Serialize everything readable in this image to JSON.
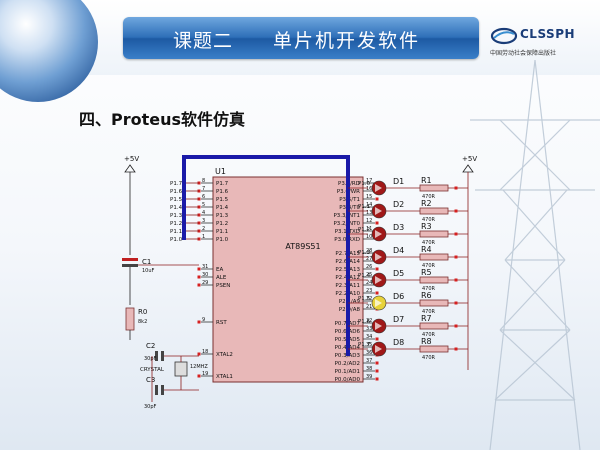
{
  "header": {
    "lesson": "课题二",
    "topic": "单片机开发软件",
    "logo_text": "CLSSPH",
    "logo_sub": "中国劳动社会保障出版社"
  },
  "section": {
    "heading": "四、Proteus软件仿真"
  },
  "schematic": {
    "vcc_labels": [
      "+5V",
      "+5V"
    ],
    "mcu": {
      "ref": "U1",
      "part": "AT89S51",
      "left_pins": [
        {
          "name": "P1.7",
          "num": "8"
        },
        {
          "name": "P1.6",
          "num": "7"
        },
        {
          "name": "P1.5",
          "num": "6"
        },
        {
          "name": "P1.4",
          "num": "5"
        },
        {
          "name": "P1.3",
          "num": "4"
        },
        {
          "name": "P1.2",
          "num": "3"
        },
        {
          "name": "P1.1",
          "num": "2"
        },
        {
          "name": "P1.0",
          "num": "1"
        }
      ],
      "left_ctrl": [
        {
          "name": "EA",
          "num": "31"
        },
        {
          "name": "ALE",
          "num": "30"
        },
        {
          "name": "PSEN",
          "num": "29"
        },
        {
          "name": "RST",
          "num": "9"
        },
        {
          "name": "XTAL2",
          "num": "18"
        },
        {
          "name": "XTAL1",
          "num": "19"
        }
      ],
      "right_p3": [
        {
          "name": "P3.7/RD",
          "num": "17"
        },
        {
          "name": "P3.6/WR",
          "num": "16"
        },
        {
          "name": "P3.5/T1",
          "num": "15"
        },
        {
          "name": "P3.4/T0",
          "num": "14"
        },
        {
          "name": "P3.3/INT1",
          "num": "13"
        },
        {
          "name": "P3.2/INT0",
          "num": "12"
        },
        {
          "name": "P3.1/TXD",
          "num": "11"
        },
        {
          "name": "P3.0/RXD",
          "num": "10"
        }
      ],
      "right_p2": [
        {
          "name": "P2.7/A15",
          "num": "28"
        },
        {
          "name": "P2.6/A14",
          "num": "27"
        },
        {
          "name": "P2.5/A13",
          "num": "26"
        },
        {
          "name": "P2.4/A12",
          "num": "25"
        },
        {
          "name": "P2.3/A11",
          "num": "24"
        },
        {
          "name": "P2.2/A10",
          "num": "23"
        },
        {
          "name": "P2.1/A9",
          "num": "22"
        },
        {
          "name": "P2.0/A8",
          "num": "21"
        }
      ],
      "right_p0": [
        {
          "name": "P0.7/AD7",
          "num": "32"
        },
        {
          "name": "P0.6/AD6",
          "num": "33"
        },
        {
          "name": "P0.5/AD5",
          "num": "34"
        },
        {
          "name": "P0.4/AD4",
          "num": "35"
        },
        {
          "name": "P0.3/AD3",
          "num": "36"
        },
        {
          "name": "P0.2/AD2",
          "num": "37"
        },
        {
          "name": "P0.1/AD1",
          "num": "38"
        },
        {
          "name": "P0.0/AD0",
          "num": "39"
        }
      ]
    },
    "bus_labels": [
      "P1.7",
      "P1.6",
      "P1.5",
      "P1.4",
      "P1.3",
      "P1.2",
      "P1.1",
      "P1.0"
    ],
    "leds": [
      {
        "net": "P1.0",
        "ref": "D1",
        "res": "R1",
        "val": "470R"
      },
      {
        "net": "P1.1",
        "ref": "D2",
        "res": "R2",
        "val": "470R"
      },
      {
        "net": "P1.2",
        "ref": "D3",
        "res": "R3",
        "val": "470R"
      },
      {
        "net": "P1.3",
        "ref": "D4",
        "res": "R4",
        "val": "470R"
      },
      {
        "net": "P1.4",
        "ref": "D5",
        "res": "R5",
        "val": "470R"
      },
      {
        "net": "P1.5",
        "ref": "D6",
        "res": "R6",
        "val": "470R"
      },
      {
        "net": "P1.6",
        "ref": "D7",
        "res": "R7",
        "val": "470R"
      },
      {
        "net": "P1.7",
        "ref": "D8",
        "res": "R8",
        "val": "470R"
      }
    ],
    "components": {
      "c1": {
        "ref": "C1",
        "val": "10uF"
      },
      "r0": {
        "ref": "R0",
        "val": "8k2"
      },
      "c2": {
        "ref": "C2",
        "val": "30pF"
      },
      "c3": {
        "ref": "C3",
        "val": "30pF"
      },
      "crystal": {
        "ref": "CRYSTAL",
        "val": "12MHZ"
      }
    },
    "colors": {
      "bus": "#1a1aa8",
      "wire": "#8b1c1c",
      "chip": "#e8b8b8",
      "led_on": "#e8d23a",
      "led_off": "#a01818",
      "pin_red": "#d62020",
      "pin_blue": "#2a3ad0"
    },
    "lit_led_index": 5
  }
}
